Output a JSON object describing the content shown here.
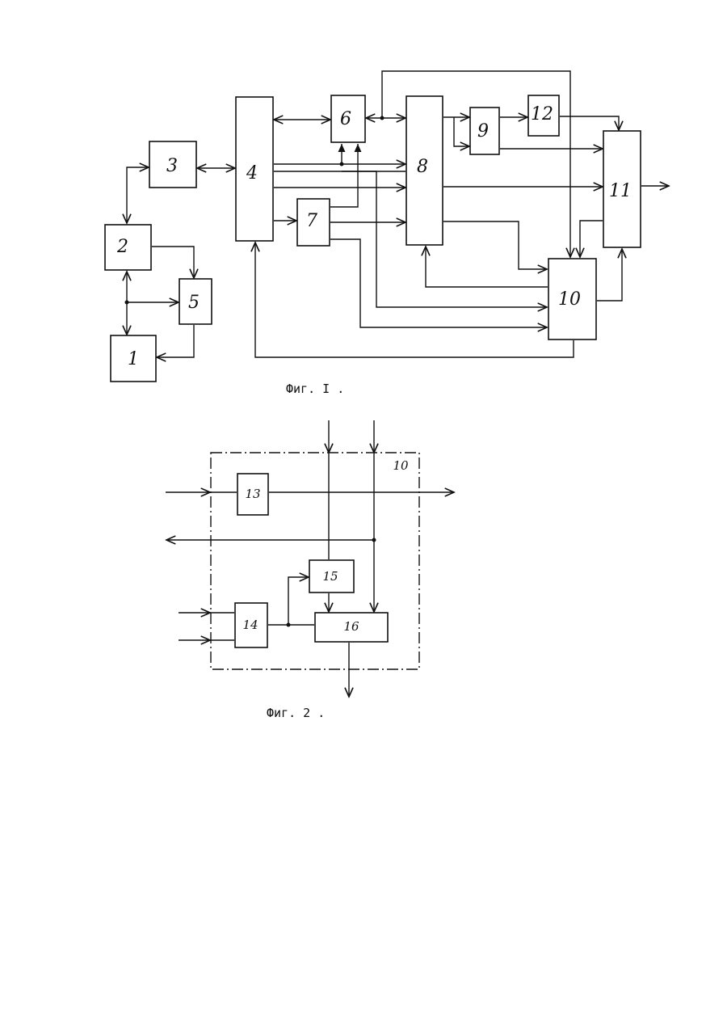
{
  "figure1": {
    "caption": "Фиг. I .",
    "blocks": [
      "1",
      "2",
      "3",
      "4",
      "5",
      "6",
      "7",
      "8",
      "9",
      "10",
      "11",
      "12"
    ]
  },
  "figure2": {
    "caption": "Фиг. 2 .",
    "frame_label": "10",
    "blocks": [
      "13",
      "14",
      "15",
      "16"
    ]
  },
  "colors": {
    "ink": "#111111",
    "paper": "#ffffff"
  }
}
